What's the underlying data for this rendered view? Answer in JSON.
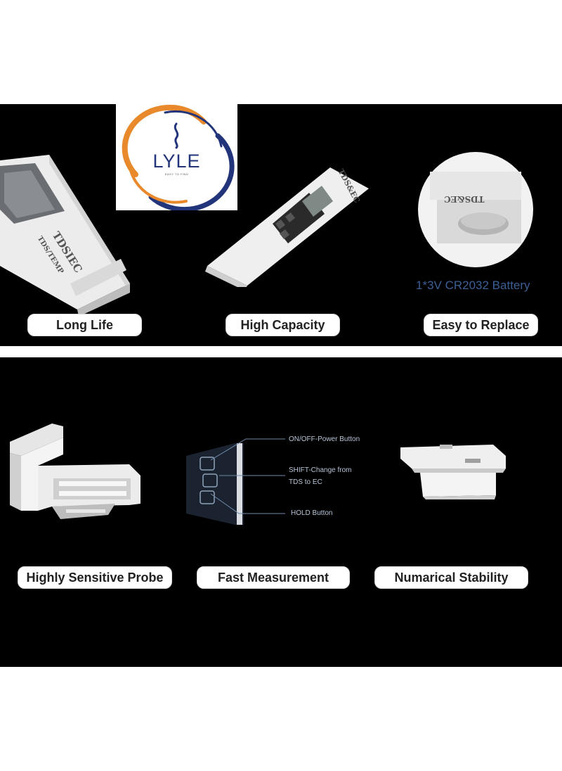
{
  "brand": {
    "name": "LYLE",
    "tagline": "EASY TO FIND"
  },
  "top_panel": {
    "products": [
      {
        "label": "Long Life",
        "device_text": "TDSIEC",
        "device_subtext": "TDS/TEMP"
      },
      {
        "label": "High Capacity",
        "device_text": "TDS&EC"
      },
      {
        "label": "Easy to Replace",
        "device_text": "TDS&EC",
        "battery_text": "1*3V CR2032 Battery"
      }
    ]
  },
  "bottom_panel": {
    "features": [
      {
        "label": "Highly Sensitive Probe"
      },
      {
        "label": "Fast Measurement"
      },
      {
        "label": "Numarical Stability"
      }
    ],
    "callouts": {
      "power": "ON/OFF-Power Button",
      "shift_line1": "SHIFT-Change from",
      "shift_line2": "TDS to EC",
      "hold": "HOLD Button"
    }
  },
  "colors": {
    "background": "#000000",
    "pill": "#ffffff",
    "brand_blue": "#22357a",
    "brand_orange": "#e8892b",
    "battery_text": "#3b5f95"
  }
}
